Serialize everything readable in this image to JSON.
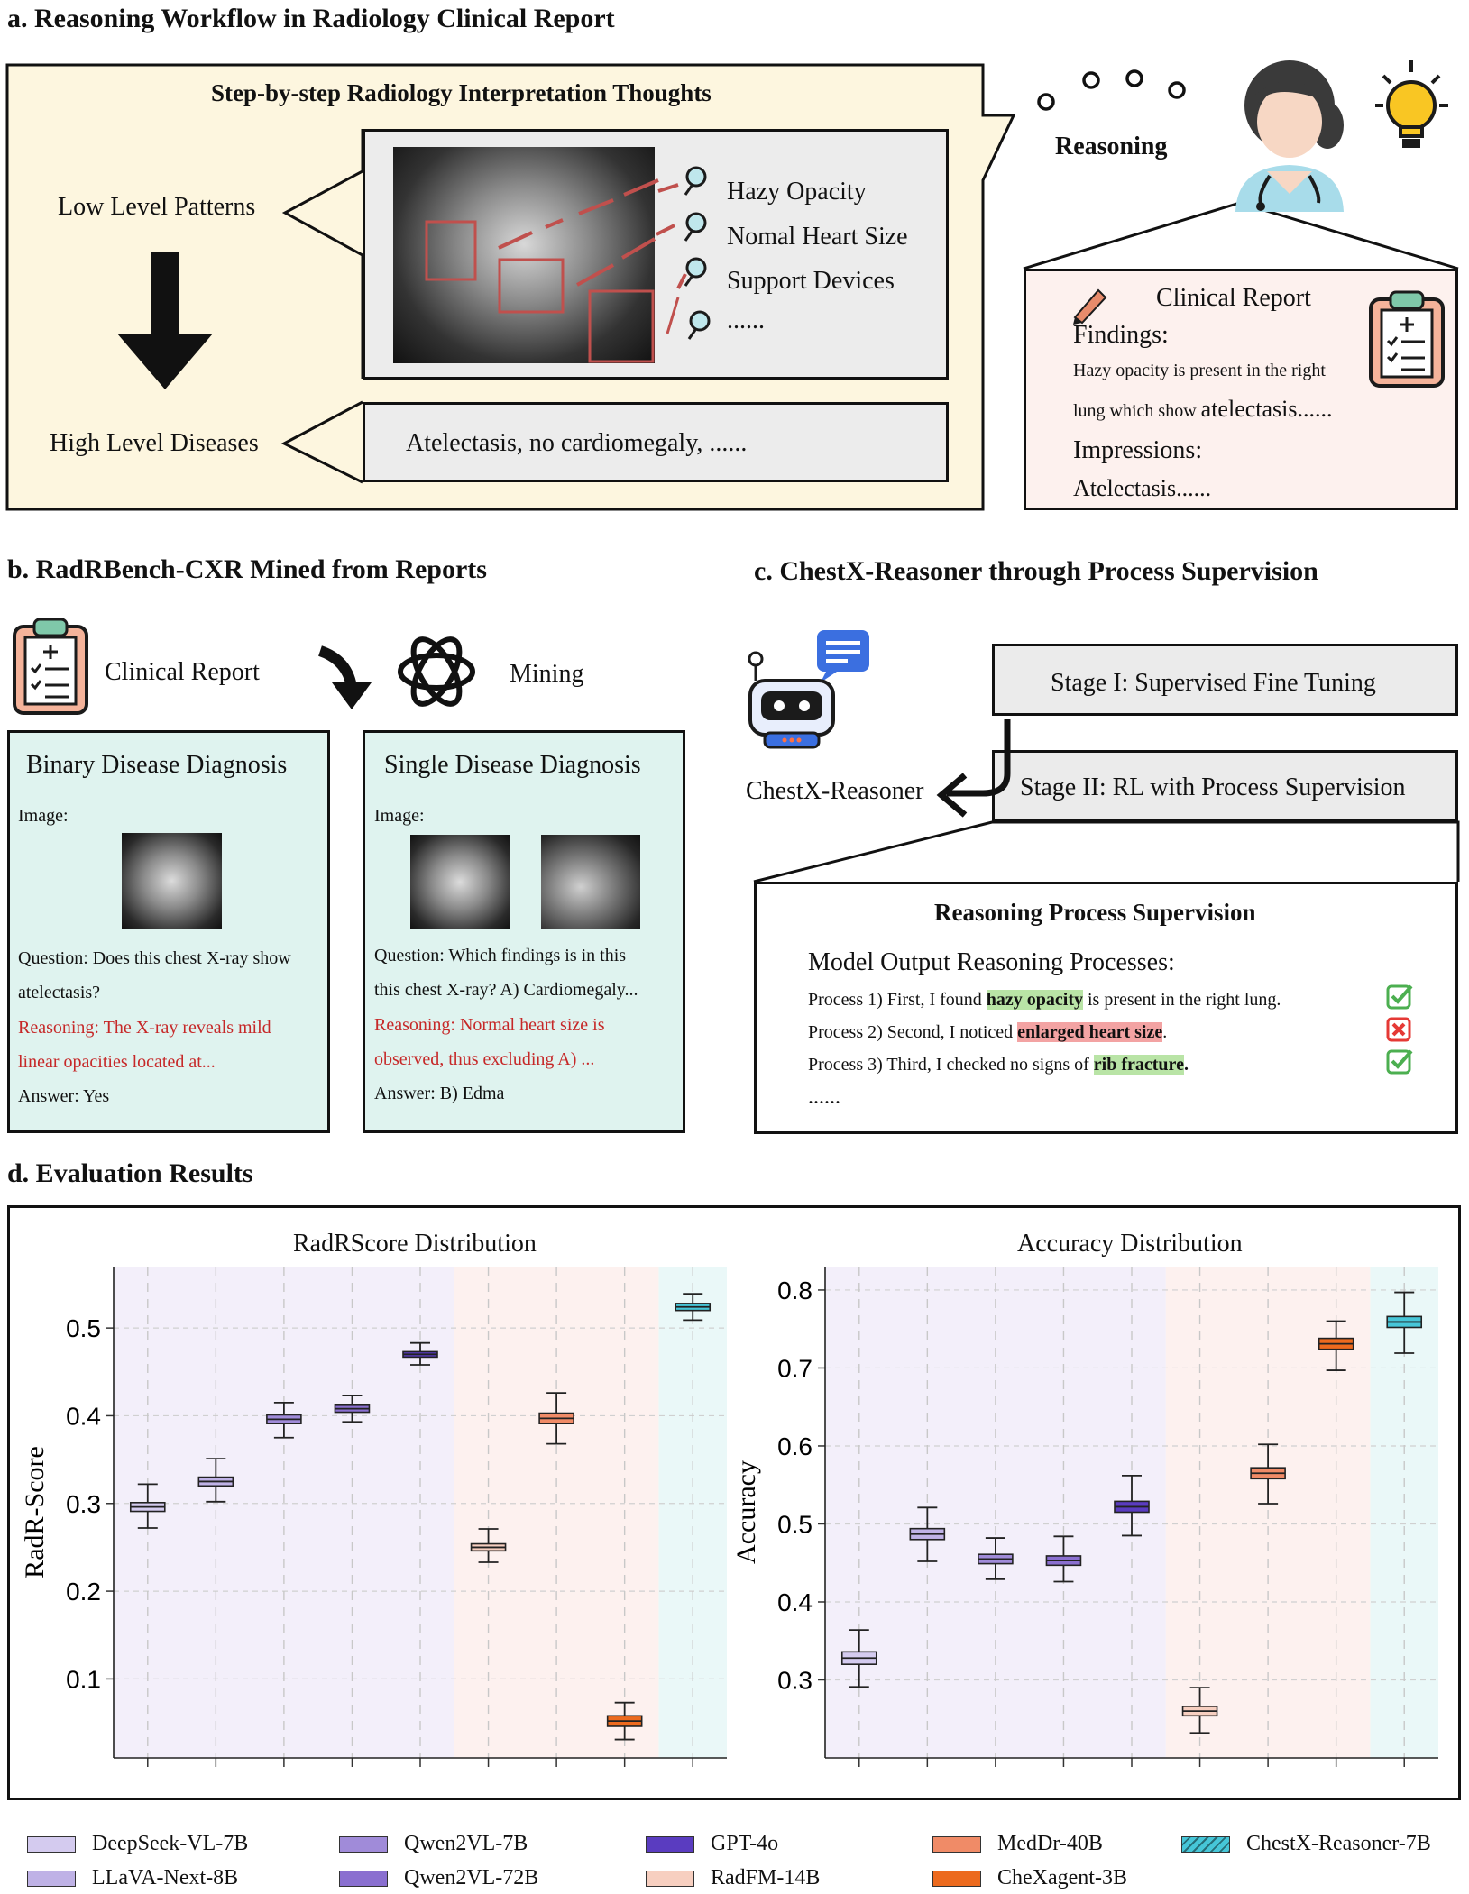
{
  "section_a": {
    "title": "a. Reasoning Workflow in Radiology Clinical Report",
    "bubble_title": "Step-by-step Radiology Interpretation Thoughts",
    "low_level": "Low Level Patterns",
    "high_level": "High Level Diseases",
    "patterns": [
      "Hazy Opacity",
      "Nomal Heart Size",
      "Support Devices",
      "......"
    ],
    "diseases_text": "Atelectasis, no cardiomegaly, ......",
    "reasoning_label": "Reasoning",
    "report": {
      "title": "Clinical Report",
      "findings_label": "Findings:",
      "findings_line1": "Hazy opacity is present in the right",
      "findings_line2a": "lung which show",
      "findings_line2b": "atelectasis......",
      "impressions_label": "Impressions:",
      "impressions_text": "Atelectasis......"
    }
  },
  "section_b": {
    "title": "b. RadRBench-CXR Mined from Reports",
    "report_label": "Clinical Report",
    "mining_label": "Mining",
    "binary": {
      "title": "Binary Disease Diagnosis",
      "image_label": "Image:",
      "q1": "Question: Does this chest X-ray show",
      "q2": "atelectasis?",
      "r1": "Reasoning: The X-ray reveals mild",
      "r2": "linear opacities located at...",
      "answer": "Answer: Yes"
    },
    "single": {
      "title": "Single Disease Diagnosis",
      "image_label": "Image:",
      "q1": "Question: Which findings is in this",
      "q2": "this chest X-ray? A) Cardiomegaly...",
      "r1": "Reasoning: Normal heart size is",
      "r2": "observed, thus excluding A) ...",
      "answer": "Answer: B) Edma"
    }
  },
  "section_c": {
    "title": "c. ChestX-Reasoner through Process Supervision",
    "stage1": "Stage I: Supervised Fine Tuning",
    "stage2": "Stage II: RL with Process Supervision",
    "model_name": "ChestX-Reasoner",
    "panel_title": "Reasoning Process Supervision",
    "panel_sub": "Model Output Reasoning Processes:",
    "p1_pre": "Process 1) First, I found ",
    "p1_hl": "hazy opacity",
    "p1_post": " is present in the right lung.",
    "p2_pre": "Process 2) Second, I noticed ",
    "p2_hl": "enlarged heart size",
    "p2_post": ".",
    "p3_pre": "Process 3) Third, I checked no signs of ",
    "p3_hl": "rib fracture",
    "p3_post": ".",
    "ellipsis": "......"
  },
  "section_d": {
    "title": "d. Evaluation Results"
  },
  "colors": {
    "bubble_bg": "#fdf6df",
    "report_bg": "#fdf1ee",
    "teal_bg": "#dff3ef",
    "gray_bg": "#ebebeb",
    "green_check": "#4caf50",
    "red_x": "#e53935"
  },
  "chart_data": [
    {
      "type": "box",
      "title": "RadRScore Distribution",
      "ylabel": "RadR-Score",
      "ylim": [
        0.01,
        0.57
      ],
      "yticks": [
        0.1,
        0.2,
        0.3,
        0.4,
        0.5
      ],
      "grid": true,
      "series": [
        {
          "name": "DeepSeek-VL-7B",
          "color": "#d4cbef",
          "min": 0.272,
          "q1": 0.291,
          "median": 0.296,
          "q3": 0.301,
          "max": 0.322
        },
        {
          "name": "LLaVA-Next-8B",
          "color": "#bfb2e6",
          "min": 0.302,
          "q1": 0.32,
          "median": 0.325,
          "q3": 0.33,
          "max": 0.351
        },
        {
          "name": "Qwen2VL-7B",
          "color": "#a08bd9",
          "min": 0.375,
          "q1": 0.391,
          "median": 0.396,
          "q3": 0.401,
          "max": 0.415
        },
        {
          "name": "Qwen2VL-72B",
          "color": "#8a6fd0",
          "min": 0.393,
          "q1": 0.404,
          "median": 0.408,
          "q3": 0.412,
          "max": 0.423
        },
        {
          "name": "GPT-4o",
          "color": "#5a3cc0",
          "min": 0.458,
          "q1": 0.467,
          "median": 0.47,
          "q3": 0.473,
          "max": 0.483
        },
        {
          "name": "RadFM-14B",
          "color": "#f7cfc0",
          "min": 0.233,
          "q1": 0.246,
          "median": 0.25,
          "q3": 0.254,
          "max": 0.271
        },
        {
          "name": "MedDr-40B",
          "color": "#f08b67",
          "min": 0.368,
          "q1": 0.391,
          "median": 0.397,
          "q3": 0.403,
          "max": 0.426
        },
        {
          "name": "CheXagent-3B",
          "color": "#ec6a1e",
          "min": 0.031,
          "q1": 0.046,
          "median": 0.052,
          "q3": 0.058,
          "max": 0.073
        },
        {
          "name": "ChestX-Reasoner-7B",
          "color": "#46c6d8",
          "min": 0.509,
          "q1": 0.52,
          "median": 0.524,
          "q3": 0.528,
          "max": 0.539
        }
      ]
    },
    {
      "type": "box",
      "title": "Accuracy Distribution",
      "ylabel": "Accuracy",
      "ylim": [
        0.2,
        0.83
      ],
      "yticks": [
        0.3,
        0.4,
        0.5,
        0.6,
        0.7,
        0.8
      ],
      "grid": true,
      "series": [
        {
          "name": "DeepSeek-VL-7B",
          "color": "#d4cbef",
          "min": 0.291,
          "q1": 0.32,
          "median": 0.328,
          "q3": 0.336,
          "max": 0.364
        },
        {
          "name": "LLaVA-Next-8B",
          "color": "#bfb2e6",
          "min": 0.452,
          "q1": 0.48,
          "median": 0.487,
          "q3": 0.494,
          "max": 0.521
        },
        {
          "name": "Qwen2VL-7B",
          "color": "#a08bd9",
          "min": 0.429,
          "q1": 0.449,
          "median": 0.455,
          "q3": 0.461,
          "max": 0.482
        },
        {
          "name": "Qwen2VL-72B",
          "color": "#8a6fd0",
          "min": 0.426,
          "q1": 0.447,
          "median": 0.453,
          "q3": 0.459,
          "max": 0.484
        },
        {
          "name": "GPT-4o",
          "color": "#5a3cc0",
          "min": 0.485,
          "q1": 0.515,
          "median": 0.522,
          "q3": 0.529,
          "max": 0.562
        },
        {
          "name": "RadFM-14B",
          "color": "#f7cfc0",
          "min": 0.232,
          "q1": 0.254,
          "median": 0.26,
          "q3": 0.266,
          "max": 0.29
        },
        {
          "name": "MedDr-40B",
          "color": "#f08b67",
          "min": 0.526,
          "q1": 0.558,
          "median": 0.565,
          "q3": 0.572,
          "max": 0.602
        },
        {
          "name": "CheXagent-3B",
          "color": "#ec6a1e",
          "min": 0.697,
          "q1": 0.724,
          "median": 0.731,
          "q3": 0.738,
          "max": 0.76
        },
        {
          "name": "ChestX-Reasoner-7B",
          "color": "#46c6d8",
          "min": 0.719,
          "q1": 0.752,
          "median": 0.759,
          "q3": 0.766,
          "max": 0.797
        }
      ]
    }
  ],
  "legend": [
    {
      "label": "DeepSeek-VL-7B",
      "color": "#d4cbef"
    },
    {
      "label": "LLaVA-Next-8B",
      "color": "#bfb2e6"
    },
    {
      "label": "Qwen2VL-7B",
      "color": "#a08bd9"
    },
    {
      "label": "Qwen2VL-72B",
      "color": "#8a6fd0"
    },
    {
      "label": "GPT-4o",
      "color": "#5a3cc0"
    },
    {
      "label": "RadFM-14B",
      "color": "#f7cfc0"
    },
    {
      "label": "MedDr-40B",
      "color": "#f08b67"
    },
    {
      "label": "CheXagent-3B",
      "color": "#ec6a1e"
    },
    {
      "label": "ChestX-Reasoner-7B",
      "color": "#46c6d8"
    }
  ]
}
